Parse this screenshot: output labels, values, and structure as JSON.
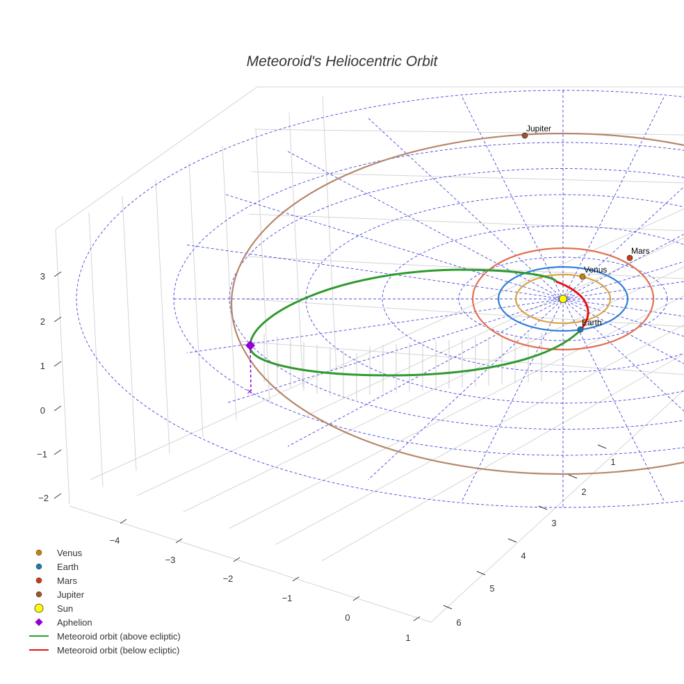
{
  "chart_data": {
    "type": "scatter3d",
    "title": "Meteoroid's Heliocentric Orbit",
    "xlabel": "",
    "ylabel": "",
    "zlabel": "",
    "x_ticks": [
      "−4",
      "−3",
      "−2",
      "−1",
      "0",
      "1"
    ],
    "y_ticks": [
      "1",
      "2",
      "3",
      "4",
      "5",
      "6"
    ],
    "z_ticks": [
      "3",
      "2",
      "1",
      "0",
      "−1",
      "−2"
    ],
    "grid": true,
    "legend_placement": "bottom-left",
    "planets": [
      {
        "name": "Venus",
        "color": "#c8800a",
        "orbit_color": "#d9a441"
      },
      {
        "name": "Earth",
        "color": "#1f77b4",
        "orbit_color": "#2f7ed8"
      },
      {
        "name": "Mars",
        "color": "#cc3a12",
        "orbit_color": "#e07050"
      },
      {
        "name": "Jupiter",
        "color": "#a0522d",
        "orbit_color": "#b5876a"
      }
    ],
    "sun": {
      "name": "Sun",
      "color": "#ffff00"
    },
    "aphelion": {
      "name": "Aphelion",
      "color": "#9400d3"
    },
    "series": [
      {
        "name": "Meteoroid orbit (above ecliptic)",
        "color": "#2e9a2e"
      },
      {
        "name": "Meteoroid orbit (below ecliptic)",
        "color": "#e81010"
      }
    ],
    "ecliptic_grid_color": "#4444dd"
  }
}
